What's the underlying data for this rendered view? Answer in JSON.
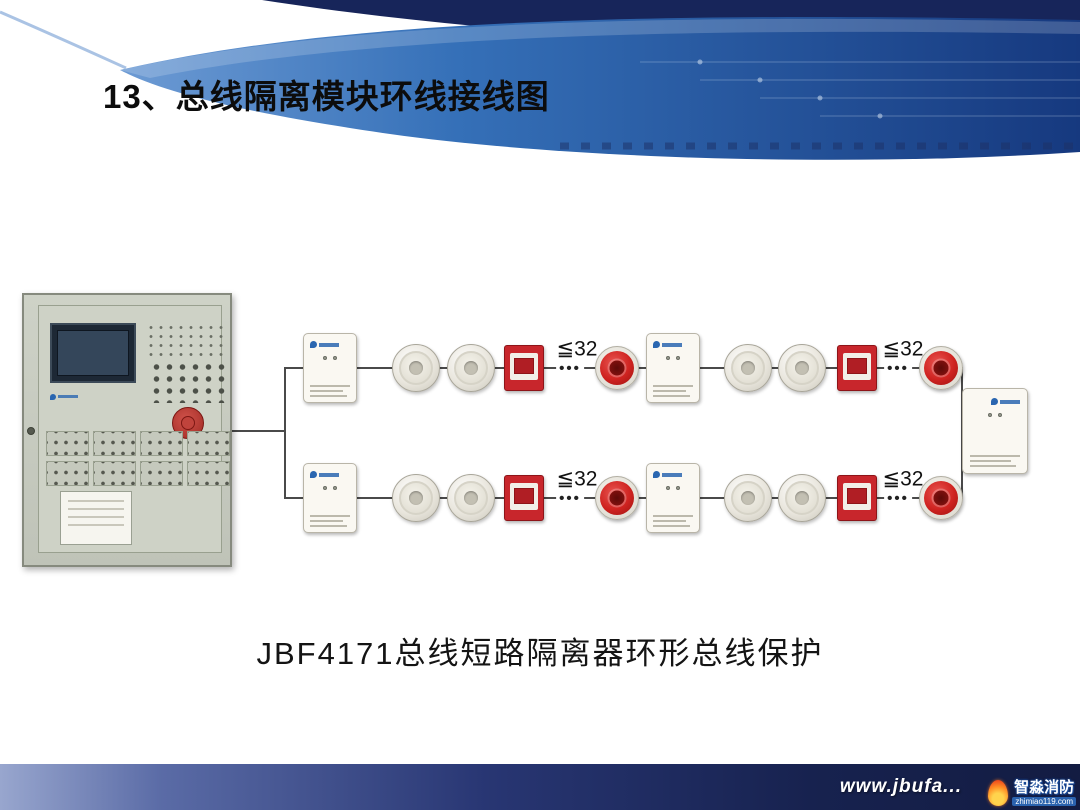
{
  "slide": {
    "title": "13、总线隔离模块环线接线图",
    "caption": "JBF4171总线短路隔离器环形总线保护"
  },
  "diagram": {
    "capacity_label": "≦32",
    "ellipsis": "•••"
  },
  "footer": {
    "url_text": "www.jbufa...",
    "logo_title": "智淼消防",
    "logo_subtitle": "zhimiao119.com"
  },
  "colors": {
    "banner_blue": "#2a62ae",
    "banner_navy": "#17255a",
    "device_red": "#c9252b",
    "panel_gray": "#c6cabf",
    "wire": "#4a4a4a"
  }
}
